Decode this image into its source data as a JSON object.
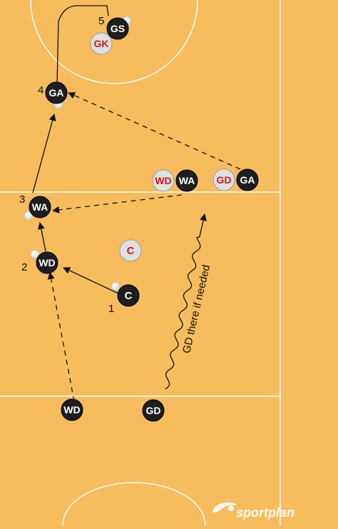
{
  "court": {
    "colors": {
      "surface": "#f6bc5e",
      "lines": "#ffffff"
    }
  },
  "players": [
    {
      "id": "gs",
      "label": "GS",
      "team": "dark"
    },
    {
      "id": "gk",
      "label": "GK",
      "team": "light"
    },
    {
      "id": "ga-top",
      "label": "GA",
      "team": "dark"
    },
    {
      "id": "wd-mid",
      "label": "WD",
      "team": "light"
    },
    {
      "id": "wa-mid",
      "label": "WA",
      "team": "dark"
    },
    {
      "id": "gd-mid",
      "label": "GD",
      "team": "light"
    },
    {
      "id": "ga-mid",
      "label": "GA",
      "team": "dark"
    },
    {
      "id": "wa",
      "label": "WA",
      "team": "dark"
    },
    {
      "id": "c-light",
      "label": "C",
      "team": "light"
    },
    {
      "id": "wd",
      "label": "WD",
      "team": "dark"
    },
    {
      "id": "c",
      "label": "C",
      "team": "dark"
    },
    {
      "id": "wd-bottom",
      "label": "WD",
      "team": "dark"
    },
    {
      "id": "gd-bottom",
      "label": "GD",
      "team": "dark"
    }
  ],
  "pass_numbers": [
    "1",
    "2",
    "3",
    "4",
    "5"
  ],
  "annotation": "GD there if needed",
  "branding": {
    "logo_text": "sportplan"
  },
  "colors": {
    "dark_player": "#1e1e1e",
    "light_player": "#e0e0e0",
    "light_player_text": "#d01818",
    "dark_player_text": "#ffffff"
  }
}
